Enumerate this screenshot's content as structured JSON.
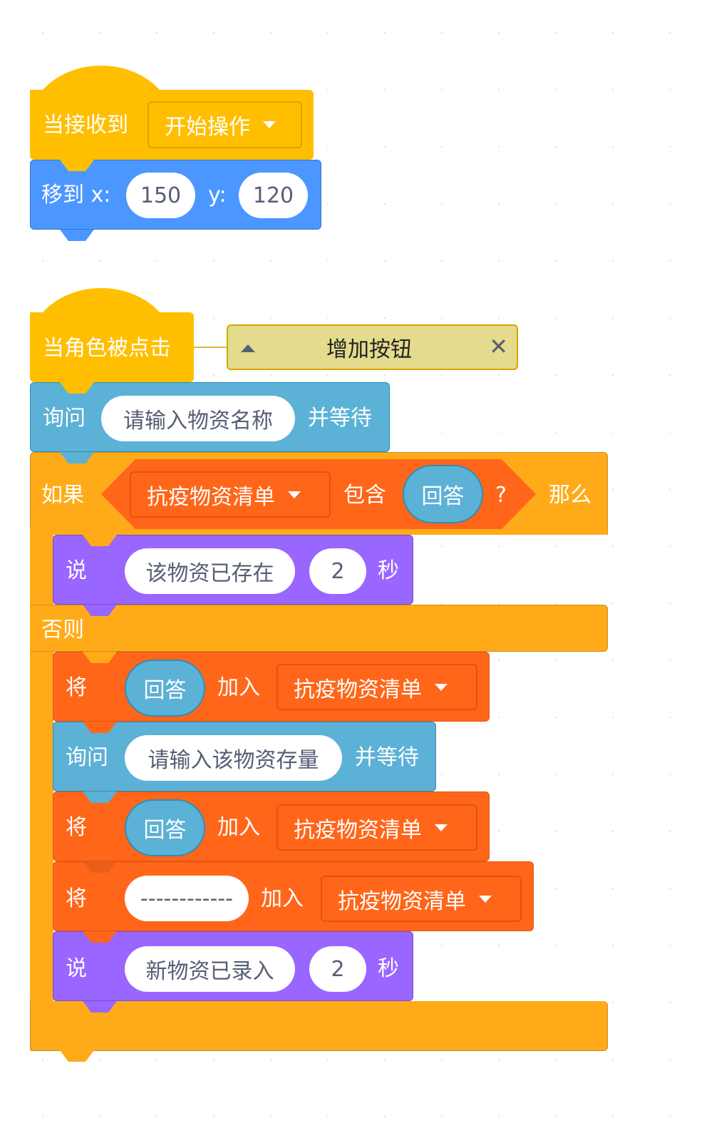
{
  "colors": {
    "events": "#FFBF00",
    "motion": "#4C97FF",
    "sensing": "#5CB1D6",
    "control": "#FFAB19",
    "list": "#FF661A",
    "looks": "#9966FF",
    "comment": "#E4DB8C"
  },
  "script1": {
    "hat": {
      "label": "当接收到",
      "message": "开始操作"
    },
    "goto": {
      "label": "移到 x:",
      "x": "150",
      "ylabel": "y:",
      "y": "120"
    }
  },
  "script2": {
    "hat": {
      "label": "当角色被点击"
    },
    "comment": {
      "text": "增加按钮",
      "collapse_icon": "triangle-up-icon",
      "close_icon": "close-icon"
    },
    "ask1": {
      "label": "询问",
      "question": "请输入物资名称",
      "suffix": "并等待"
    },
    "if": {
      "label": "如果",
      "list": "抗疫物资清单",
      "contains": "包含",
      "answer": "回答",
      "q": "?",
      "then": "那么"
    },
    "say1": {
      "label": "说",
      "message": "该物资已存在",
      "secs": "2",
      "unit": "秒"
    },
    "else": {
      "label": "否则"
    },
    "add1": {
      "label": "将",
      "item": "回答",
      "into": "加入",
      "list": "抗疫物资清单"
    },
    "ask2": {
      "label": "询问",
      "question": "请输入该物资存量",
      "suffix": "并等待"
    },
    "add2": {
      "label": "将",
      "item": "回答",
      "into": "加入",
      "list": "抗疫物资清单"
    },
    "add3": {
      "label": "将",
      "item": "------------",
      "into": "加入",
      "list": "抗疫物资清单"
    },
    "say2": {
      "label": "说",
      "message": "新物资已录入",
      "secs": "2",
      "unit": "秒"
    }
  }
}
